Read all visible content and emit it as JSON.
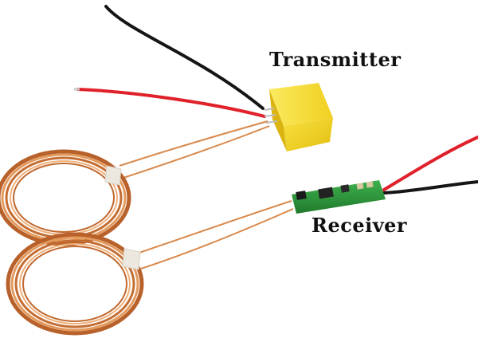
{
  "labels": {
    "transmitter": "Transmitter",
    "receiver": "Receiver"
  },
  "colors": {
    "background": "#ffffff",
    "copper": "#d07a3a",
    "copper_light": "#f0b07a",
    "module_yellow": "#f2d21c",
    "pcb_green": "#2f9a3e",
    "wire_red": "#e0202a",
    "wire_black": "#151515",
    "tape": "#ece8e0"
  },
  "icons": {
    "coil": "copper-coil-illustration",
    "transmitter": "yellow-transmitter-module",
    "receiver": "green-receiver-board"
  }
}
